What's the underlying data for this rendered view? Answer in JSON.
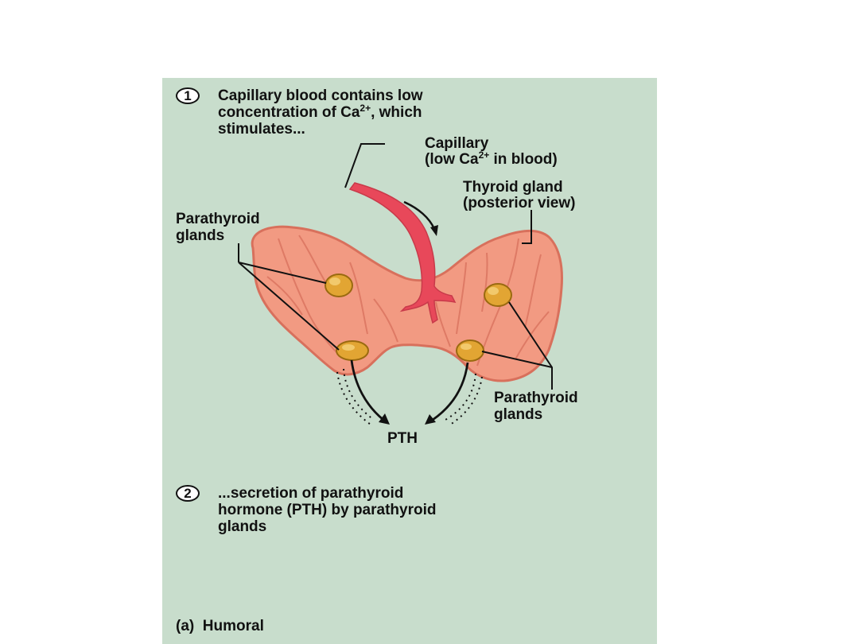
{
  "figure": {
    "step1": {
      "number": "1",
      "lines": [
        "Capillary blood contains low",
        "concentration of Ca",
        "2+",
        ", which",
        "stimulates..."
      ]
    },
    "capillary_label": {
      "line1": "Capillary",
      "line2_pre": "(low Ca",
      "line2_sup": "2+",
      "line2_post": " in blood)"
    },
    "thyroid_label": [
      "Thyroid gland",
      "(posterior view)"
    ],
    "parathyroid_left_label": [
      "Parathyroid",
      "glands"
    ],
    "parathyroid_right_label": [
      "Parathyroid",
      "glands"
    ],
    "pth_label": "PTH",
    "step2": {
      "number": "2",
      "lines": [
        "...secretion of parathyroid",
        "hormone (PTH) by parathyroid",
        "glands"
      ]
    },
    "caption": "(a)  Humoral"
  },
  "colors": {
    "panel": "#c8ddcc",
    "thyroid": "#f29a82",
    "thyroid_edge": "#d8705c",
    "capillary": "#e8485a",
    "gland": "#e2a533",
    "gland_edge": "#9a6a10",
    "line": "#111111"
  }
}
